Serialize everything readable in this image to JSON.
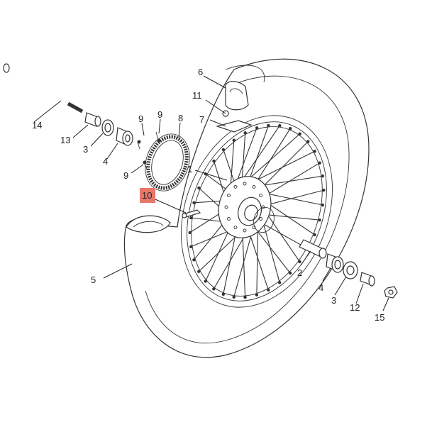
{
  "diagram": {
    "highlight_color": "#e8776a",
    "callouts": [
      {
        "id": "c14",
        "text": "14"
      },
      {
        "id": "c13",
        "text": "13"
      },
      {
        "id": "c3a",
        "text": "3"
      },
      {
        "id": "c4a",
        "text": "4"
      },
      {
        "id": "c9a",
        "text": "9"
      },
      {
        "id": "c9b",
        "text": "9"
      },
      {
        "id": "c9c",
        "text": "9"
      },
      {
        "id": "c8",
        "text": "8"
      },
      {
        "id": "c6",
        "text": "6"
      },
      {
        "id": "c11",
        "text": "11"
      },
      {
        "id": "c7",
        "text": "7"
      },
      {
        "id": "c1",
        "text": "1"
      },
      {
        "id": "c10",
        "text": "10",
        "highlighted": true
      },
      {
        "id": "c5",
        "text": "5"
      },
      {
        "id": "c2",
        "text": "2"
      },
      {
        "id": "c4b",
        "text": "4"
      },
      {
        "id": "c3b",
        "text": "3"
      },
      {
        "id": "c12",
        "text": "12"
      },
      {
        "id": "c15",
        "text": "15"
      }
    ]
  }
}
